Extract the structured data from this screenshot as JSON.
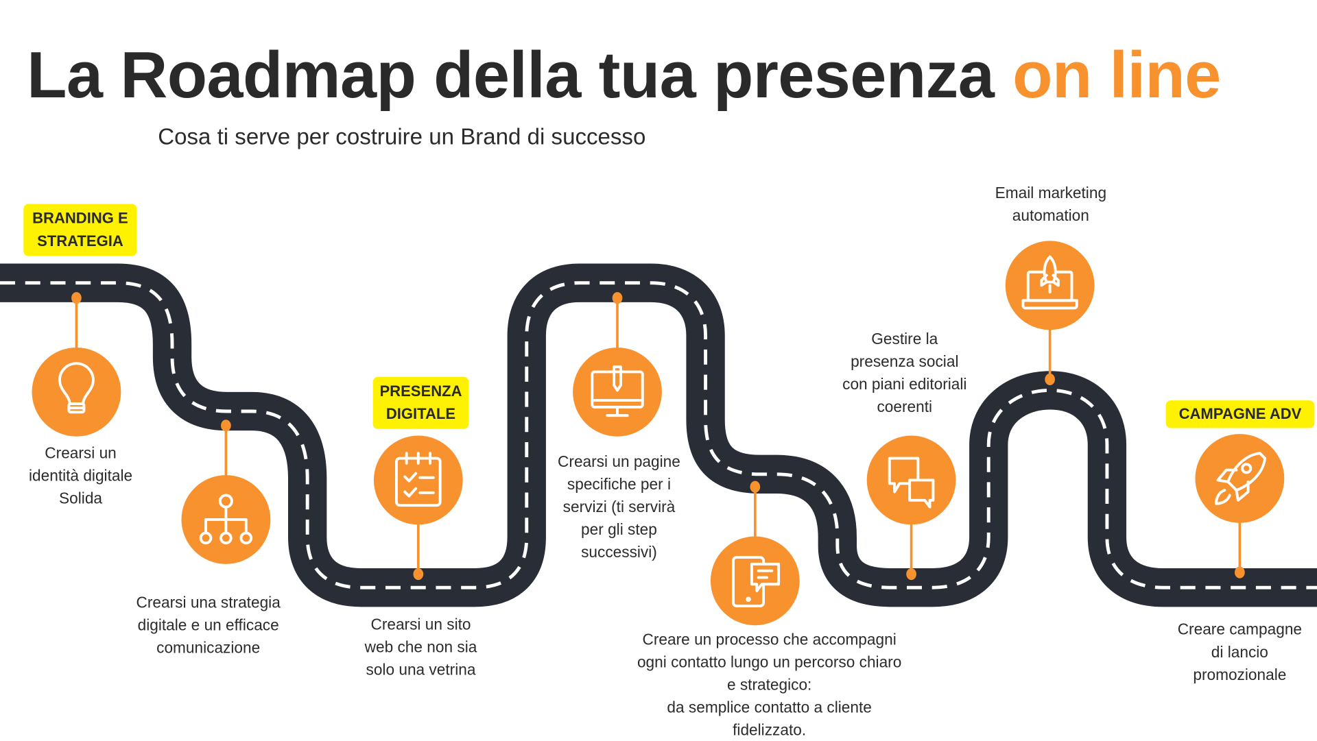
{
  "header": {
    "title_main": "La Roadmap della tua presenza",
    "title_accent": "on line",
    "subtitle": "Cosa ti serve per costruire un Brand di successo"
  },
  "colors": {
    "orange": "#f7922f",
    "road": "#282d36",
    "tag": "#fff200"
  },
  "tags": [
    {
      "lines": [
        "BRANDING E",
        "STRATEGIA"
      ]
    },
    {
      "lines": [
        "PRESENZA",
        "DIGITALE"
      ]
    },
    {
      "lines": [
        "CAMPAGNE ADV"
      ]
    }
  ],
  "steps": [
    {
      "icon": "lightbulb-icon",
      "lines": [
        "Crearsi un",
        "identità digitale",
        "Solida"
      ]
    },
    {
      "icon": "hierarchy-icon",
      "lines": [
        "Crearsi una strategia",
        "digitale e un efficace",
        "comunicazione"
      ]
    },
    {
      "icon": "checklist-icon",
      "lines": [
        "Crearsi un sito",
        "web che non sia",
        "solo una vetrina"
      ]
    },
    {
      "icon": "monitor-pen-icon",
      "lines": [
        "Crearsi un pagine",
        "specifiche per i",
        "servizi (ti servirà",
        "per gli step",
        "successivi)"
      ]
    },
    {
      "icon": "mobile-chat-icon",
      "lines": [
        "Creare un processo che accompagni",
        "ogni contatto lungo un percorso chiaro",
        "e strategico:",
        "da semplice contatto a cliente",
        "fidelizzato."
      ]
    },
    {
      "icon": "chat-bubbles-icon",
      "lines": [
        "Gestire la",
        "presenza social",
        "con piani editoriali",
        "coerenti"
      ]
    },
    {
      "icon": "laptop-rocket-icon",
      "lines": [
        "Email marketing",
        "automation"
      ]
    },
    {
      "icon": "rocket-icon",
      "lines": [
        "Creare campagne",
        "di lancio",
        "promozionale"
      ]
    }
  ]
}
